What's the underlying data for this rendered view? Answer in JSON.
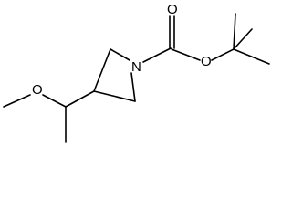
{
  "structure": {
    "atoms": {
      "ring_nitrogen": "N",
      "carbonyl_oxygen": "O",
      "ester_oxygen": "O",
      "methoxy_oxygen": "O"
    }
  }
}
